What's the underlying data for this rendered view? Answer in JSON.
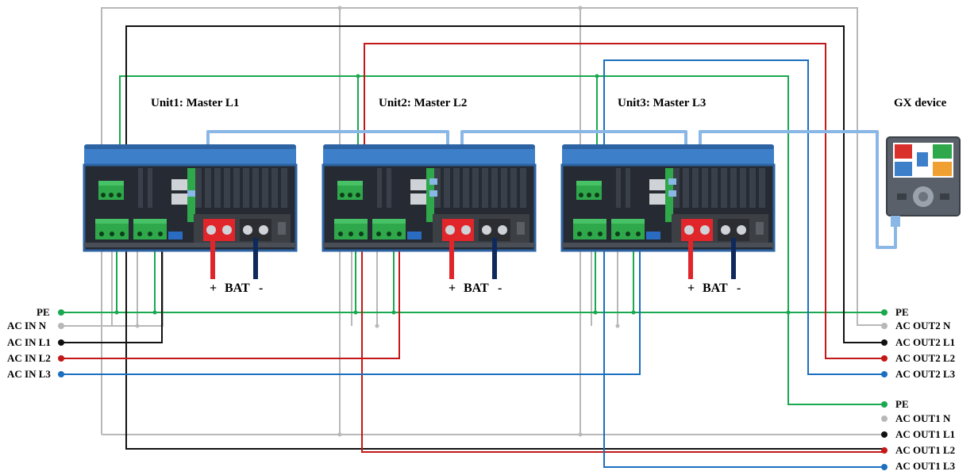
{
  "units": [
    {
      "title": "Unit1: Master L1",
      "bat_plus": "+",
      "bat_label": "BAT",
      "bat_minus": "-"
    },
    {
      "title": "Unit2: Master L2",
      "bat_plus": "+",
      "bat_label": "BAT",
      "bat_minus": "-"
    },
    {
      "title": "Unit3: Master L3",
      "bat_plus": "+",
      "bat_label": "BAT",
      "bat_minus": "-"
    }
  ],
  "gx": {
    "title": "GX device"
  },
  "left_terminals": [
    "PE",
    "AC IN N",
    "AC IN L1",
    "AC IN L2",
    "AC IN L3"
  ],
  "right_terminals_out2": [
    "PE",
    "AC OUT2 N",
    "AC OUT2 L1",
    "AC OUT2 L2",
    "AC OUT2 L3"
  ],
  "right_terminals_out1": [
    "PE",
    "AC OUT1 N",
    "AC OUT1 L1",
    "AC OUT1 L2",
    "AC OUT1 L3"
  ],
  "colors": {
    "pe": "#1aa850",
    "neutral": "#b8b8b8",
    "l1": "#111111",
    "l2": "#c41717",
    "l3": "#1a6fbf",
    "ve_bus": "#8ab8e6",
    "inverter_blue": "#3d7fc8",
    "inverter_dark": "#262b33",
    "terminal_green": "#2ea84a",
    "bat_red": "#e0262a",
    "bat_navy": "#0e2a5c"
  }
}
